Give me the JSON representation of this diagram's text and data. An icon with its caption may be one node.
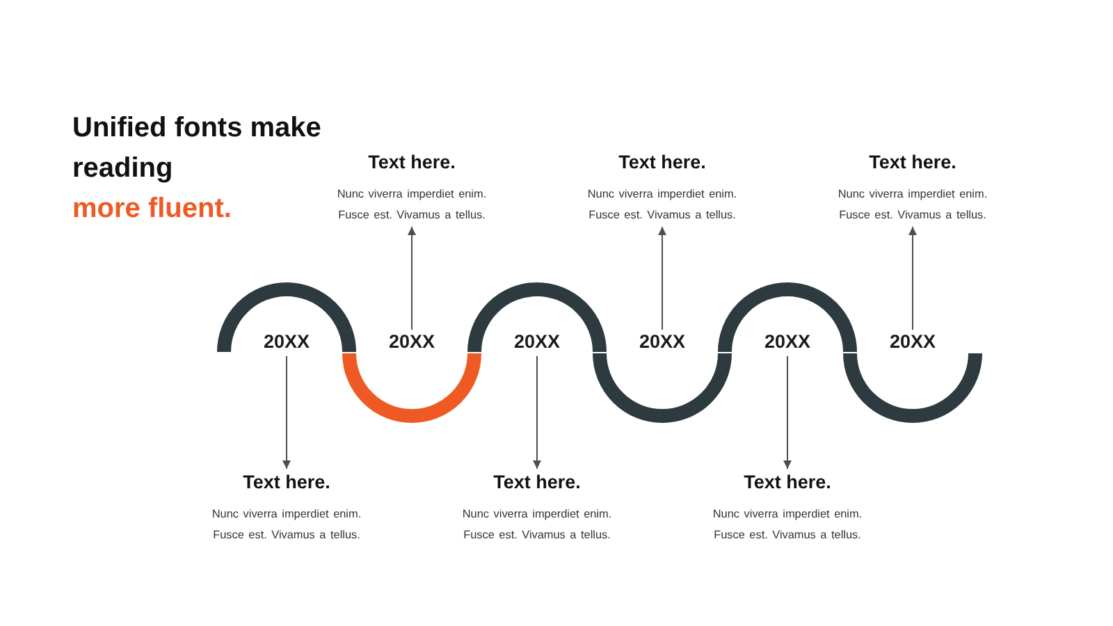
{
  "diagram": {
    "title": "Unified fonts make reading **more fluent.**",
    "nodes": [
      {
        "text": [
          "20XX"
        ]
      },
      {
        "text": [
          "20XX"
        ]
      },
      {
        "text": [
          "20XX"
        ]
      },
      {
        "text": [
          "20XX"
        ]
      },
      {
        "text": [
          "20XX"
        ]
      },
      {
        "text": [
          "20XX"
        ]
      },
      {
        "text": [
          "Text here.",
          "Nunc viverra imperdiet enim. Fusce est. Vivamus a tellus."
        ]
      },
      {
        "text": [
          "Text here.",
          "Nunc viverra imperdiet enim. Fusce est. Vivamus a tellus."
        ]
      },
      {
        "text": [
          "Text here.",
          "Nunc viverra imperdiet enim. Fusce est. Vivamus a tellus."
        ]
      },
      {
        "text": [
          "Text here.",
          "Nunc viverra imperdiet enim. Fusce est. Vivamus a tellus."
        ]
      },
      {
        "text": [
          "Text here.",
          "Nunc viverra imperdiet enim. Fusce est. Vivamus a tellus."
        ]
      },
      {
        "text": [
          "Text here.",
          "Nunc viverra imperdiet enim. Fusce est. Vivamus a tellus."
        ]
      }
    ],
    "edges": [
      {
        "from": 0,
        "to": 6,
        "arrow": "to"
      },
      {
        "from": 1,
        "to": 7,
        "arrow": "to"
      },
      {
        "from": 2,
        "to": 8,
        "arrow": "to"
      },
      {
        "from": 3,
        "to": 9,
        "arrow": "to"
      },
      {
        "from": 4,
        "to": 10,
        "arrow": "to"
      },
      {
        "from": 5,
        "to": 11,
        "arrow": "to"
      }
    ]
  }
}
